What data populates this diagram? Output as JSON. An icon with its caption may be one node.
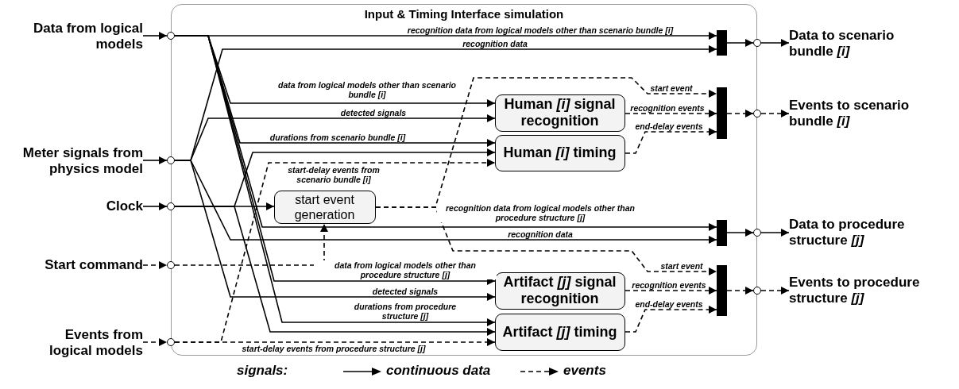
{
  "diagram": {
    "nodes": [
      {
        "text": [
          "Input & Timing Interface simulation"
        ]
      },
      {
        "text": [
          "Data from logical models"
        ]
      },
      {
        "text": [
          "Meter signals from physics model"
        ]
      },
      {
        "text": [
          "Clock"
        ]
      },
      {
        "text": [
          "Start command"
        ]
      },
      {
        "text": [
          "Events from logical models"
        ]
      },
      {
        "text": [],
        "shape": "circle"
      },
      {
        "text": [],
        "shape": "circle"
      },
      {
        "text": [],
        "shape": "circle"
      },
      {
        "text": [],
        "shape": "circle"
      },
      {
        "text": [],
        "shape": "circle"
      },
      {
        "text": [
          "Human *[i]* signal recognition"
        ],
        "in": 0
      },
      {
        "text": [
          "Human *[i]* timing"
        ],
        "in": 0
      },
      {
        "text": [
          "start event generation"
        ],
        "in": 0
      },
      {
        "text": [
          "Artifact *[j]* signal recognition"
        ],
        "in": 0
      },
      {
        "text": [
          "Artifact *[j]* timing"
        ],
        "in": 0
      },
      {
        "text": [],
        "shape": "bar",
        "in": 0
      },
      {
        "text": [],
        "shape": "bar",
        "in": 0
      },
      {
        "text": [],
        "shape": "bar",
        "in": 0
      },
      {
        "text": [],
        "shape": "bar",
        "in": 0
      },
      {
        "text": [],
        "shape": "circle"
      },
      {
        "text": [],
        "shape": "circle"
      },
      {
        "text": [],
        "shape": "circle"
      },
      {
        "text": [],
        "shape": "circle"
      },
      {
        "text": [
          "Data to scenario bundle *[i]*"
        ]
      },
      {
        "text": [
          "Events to scenario bundle *[i]*"
        ]
      },
      {
        "text": [
          "Data to procedure structure *[j]*"
        ]
      },
      {
        "text": [
          "Events to procedure structure *[j]*"
        ]
      }
    ],
    "edges": [
      {
        "from": 1,
        "to": 6,
        "arrow": "to"
      },
      {
        "from": 2,
        "to": 7,
        "arrow": "to"
      },
      {
        "from": 3,
        "to": 8,
        "arrow": "to"
      },
      {
        "from": 4,
        "to": 9,
        "arrow": "to",
        "style": "dashed"
      },
      {
        "from": 5,
        "to": 10,
        "arrow": "to",
        "style": "dashed"
      },
      {
        "from": 6,
        "to": 16,
        "arrow": "to",
        "label": "recognition data from logical models other than scenario bundle [i]"
      },
      {
        "from": 7,
        "to": 16,
        "arrow": "to",
        "label": "recognition data"
      },
      {
        "from": 6,
        "to": 11,
        "arrow": "to",
        "label": "data from logical models other than scenario bundle [i]"
      },
      {
        "from": 7,
        "to": 11,
        "arrow": "to",
        "label": "detected signals"
      },
      {
        "from": 6,
        "to": 12,
        "arrow": "to",
        "label": "durations from scenario bundle [i]"
      },
      {
        "from": 8,
        "to": 12,
        "arrow": "to"
      },
      {
        "from": 10,
        "to": 12,
        "arrow": "to",
        "style": "dashed",
        "label": "start-delay events from scenario bundle [i]"
      },
      {
        "from": 8,
        "to": 13,
        "arrow": "to"
      },
      {
        "from": 9,
        "to": 13,
        "arrow": "to",
        "style": "dashed"
      },
      {
        "from": 13,
        "to": 17,
        "arrow": "to",
        "style": "dashed",
        "label": "start event"
      },
      {
        "from": 11,
        "to": 17,
        "arrow": "to",
        "style": "dashed",
        "label": "recognition events"
      },
      {
        "from": 12,
        "to": 17,
        "arrow": "to",
        "style": "dashed",
        "label": "end-delay events"
      },
      {
        "from": 6,
        "to": 18,
        "arrow": "to",
        "label": "recognition data from logical models other than procedure structure [j]"
      },
      {
        "from": 7,
        "to": 18,
        "arrow": "to",
        "label": "recognition data"
      },
      {
        "from": 13,
        "to": 19,
        "arrow": "to",
        "style": "dashed",
        "label": "start event"
      },
      {
        "from": 6,
        "to": 14,
        "arrow": "to",
        "label": "data from logical models other than procedure structure [j]"
      },
      {
        "from": 7,
        "to": 14,
        "arrow": "to",
        "label": "detected signals"
      },
      {
        "from": 6,
        "to": 15,
        "arrow": "to",
        "label": "durations from procedure structure [j]"
      },
      {
        "from": 8,
        "to": 15,
        "arrow": "to"
      },
      {
        "from": 10,
        "to": 15,
        "arrow": "to",
        "style": "dashed",
        "label": "start-delay events from procedure structure [j]"
      },
      {
        "from": 14,
        "to": 19,
        "arrow": "to",
        "style": "dashed",
        "label": "recognition events"
      },
      {
        "from": 15,
        "to": 19,
        "arrow": "to",
        "style": "dashed",
        "label": "end-delay events"
      },
      {
        "from": 16,
        "to": 20,
        "arrow": "to"
      },
      {
        "from": 20,
        "to": 24,
        "arrow": "to"
      },
      {
        "from": 17,
        "to": 21,
        "arrow": "to",
        "style": "dashed"
      },
      {
        "from": 21,
        "to": 25,
        "arrow": "to",
        "style": "dashed"
      },
      {
        "from": 18,
        "to": 22,
        "arrow": "to"
      },
      {
        "from": 22,
        "to": 26,
        "arrow": "to"
      },
      {
        "from": 19,
        "to": 23,
        "arrow": "to",
        "style": "dashed"
      },
      {
        "from": 23,
        "to": 27,
        "arrow": "to",
        "style": "dashed"
      }
    ],
    "labels": [
      "signals:"
    ],
    "legend": [
      {
        "text": "continuous data"
      },
      {
        "text": "events"
      }
    ]
  }
}
